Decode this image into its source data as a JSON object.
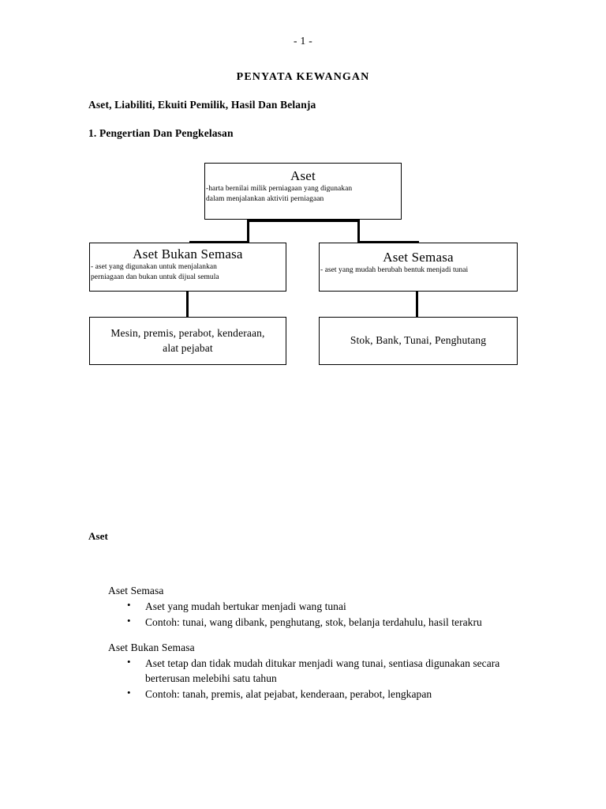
{
  "document": {
    "page_number": "- 1 -",
    "title": "PENYATA KEWANGAN",
    "subtitle": "Aset, Liabiliti, Ekuiti Pemilik, Hasil Dan Belanja",
    "section_heading": "1. Pengertian Dan Pengkelasan"
  },
  "diagram": {
    "type": "hierarchy",
    "root": {
      "title": "Aset",
      "description_line1": "-harta bernilai milik perniagaan yang digunakan",
      "description_line2": "dalam menjalankan aktiviti perniagaan"
    },
    "children": [
      {
        "title": "Aset Bukan Semasa",
        "description_line1": "- aset yang digunakan untuk menjalankan",
        "description_line2": "perniagaan dan bukan untuk dijual semula",
        "examples_line1": "Mesin, premis, perabot, kenderaan,",
        "examples_line2": "alat pejabat"
      },
      {
        "title": "Aset Semasa",
        "description_line1": "- aset yang mudah berubah bentuk menjadi tunai",
        "description_line2": "",
        "examples_line1": "Stok, Bank, Tunai, Penghutang",
        "examples_line2": ""
      }
    ]
  },
  "notes": {
    "heading": "Aset",
    "groups": [
      {
        "title": "Aset Semasa",
        "bullets": [
          "Aset yang mudah bertukar menjadi wang tunai",
          "Contoh: tunai, wang dibank, penghutang, stok, belanja terdahulu, hasil terakru"
        ]
      },
      {
        "title": "Aset Bukan Semasa",
        "bullets": [
          "Aset tetap dan tidak mudah ditukar menjadi wang tunai, sentiasa digunakan secara berterusan melebihi satu tahun",
          "Contoh: tanah, premis, alat pejabat, kenderaan, perabot, lengkapan"
        ]
      }
    ]
  }
}
